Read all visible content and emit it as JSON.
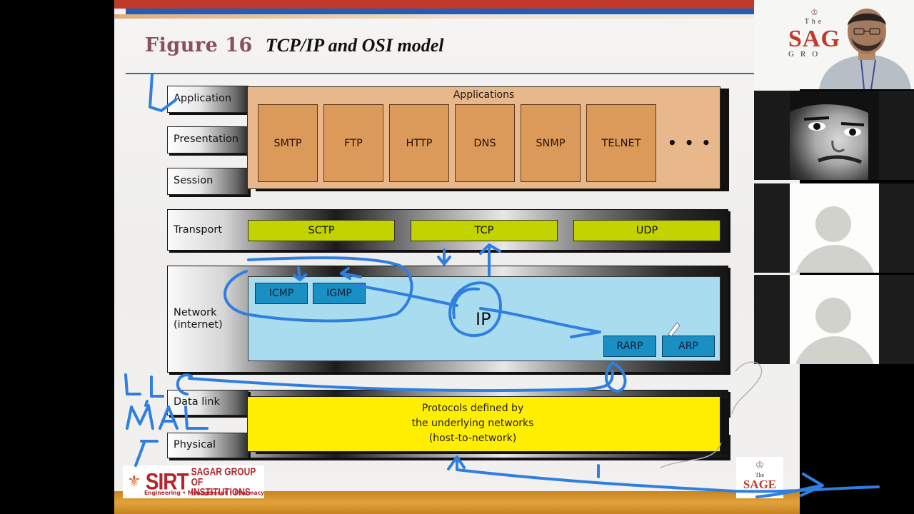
{
  "slide": {
    "figure_label": "Figure 16",
    "title": "TCP/IP and OSI model",
    "colors": {
      "title_figure": "#8a4f5e",
      "top_bar_red": "#c0392b",
      "top_bar_blue": "#1f5fb8",
      "application_layer": "#e8b88c",
      "application_protocol": "#dc9a5a",
      "transport_protocol": "#c3d300",
      "network_layer": "#a9dcef",
      "network_protocol": "#1a8fc4",
      "host_to_network": "#ffee00",
      "annotation_ink": "#2f7fe0"
    },
    "osi_layers": [
      {
        "label": "Application"
      },
      {
        "label": "Presentation"
      },
      {
        "label": "Session"
      },
      {
        "label": "Transport"
      },
      {
        "label": "Network\n(internet)"
      },
      {
        "label": "Data link"
      },
      {
        "label": "Physical"
      }
    ],
    "application_layer": {
      "title": "Applications",
      "protocols": [
        "SMTP",
        "FTP",
        "HTTP",
        "DNS",
        "SNMP",
        "TELNET"
      ],
      "more": "• • •"
    },
    "transport_layer": {
      "label": "Transport",
      "protocols": [
        "SCTP",
        "TCP",
        "UDP"
      ]
    },
    "network_layer": {
      "label_line1": "Network",
      "label_line2": "(internet)",
      "protocols_top": [
        "ICMP",
        "IGMP"
      ],
      "core": "IP",
      "protocols_bottom": [
        "RARP",
        "ARP"
      ]
    },
    "host_to_network": {
      "line1": "Protocols defined by",
      "line2": "the underlying networks",
      "line3": "(host-to-network)"
    },
    "handwritten_annotations": [
      "LLC",
      "MAC"
    ],
    "footer": {
      "sirt_logo": {
        "word": "SIRT",
        "group_line1": "SAGAR GROUP",
        "group_line2": "OF INSTITUTIONS",
        "tagline": "Engineering • Management • Pharmacy"
      },
      "sage_logo": {
        "small": "The",
        "word": "SAGE"
      }
    }
  },
  "video_panel": {
    "tiles": [
      {
        "type": "camera",
        "name": "host",
        "background_logo": {
          "word": "SAG",
          "sub": "The",
          "group": "GRO"
        }
      },
      {
        "type": "camera",
        "name": "participant-2"
      },
      {
        "type": "avatar",
        "name": "participant-3"
      },
      {
        "type": "avatar",
        "name": "participant-4"
      }
    ]
  }
}
